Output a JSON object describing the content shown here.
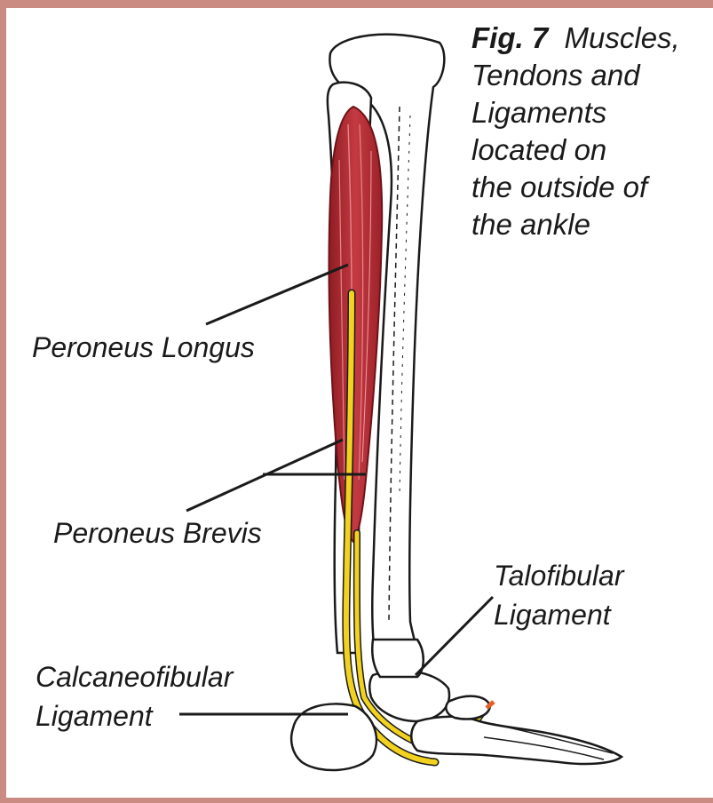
{
  "figure": {
    "number": "Fig. 7",
    "caption_lines": [
      "Muscles,",
      "Tendons and",
      "Ligaments",
      "located on",
      "the outside of",
      "the ankle"
    ]
  },
  "labels": {
    "peroneus_longus": "Peroneus Longus",
    "peroneus_brevis": "Peroneus Brevis",
    "talofibular_1": "Talofibular",
    "talofibular_2": "Ligament",
    "calcaneofibular_1": "Calcaneofibular",
    "calcaneofibular_2": "Ligament"
  },
  "colors": {
    "border": "#c98b82",
    "muscle": "#b8323a",
    "tendon": "#f2d21e",
    "bone": "#ffffff",
    "outline": "#1a1a1a"
  }
}
